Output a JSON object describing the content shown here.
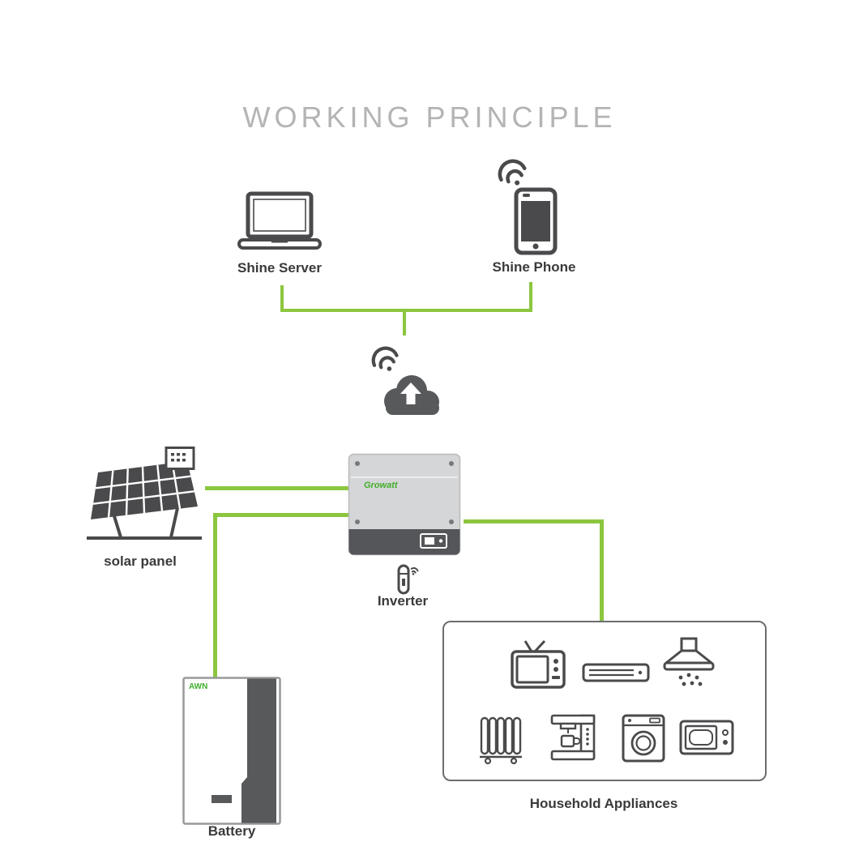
{
  "title": "WORKING PRINCIPLE",
  "colors": {
    "accent_green": "#8cc63f",
    "brand_green": "#3fae2a",
    "icon_dark": "#4a4a4c",
    "cloud_gray": "#58595b",
    "title_gray": "#b4b4b6",
    "label_color": "#3a3a3c",
    "inverter_body": "#d5d6d8",
    "inverter_band": "#55565a",
    "box_border": "#6d6d6f"
  },
  "nodes": {
    "shine_server": {
      "label": "Shine Server"
    },
    "shine_phone": {
      "label": "Shine Phone"
    },
    "solar_panel": {
      "label": "solar panel"
    },
    "inverter": {
      "label": "Inverter",
      "brand": "Growatt"
    },
    "battery": {
      "label": "Battery",
      "brand": "AWN"
    },
    "household_appliances": {
      "label": "Household Appliances"
    }
  },
  "icons": {
    "hub": [
      "wifi-icon",
      "cloud-upload-icon"
    ],
    "server": "laptop-icon",
    "phone": [
      "wifi-icon",
      "smartphone-icon"
    ],
    "inverter_accessory": "wifi-dongle-icon",
    "appliances": [
      "tv-icon",
      "air-conditioner-icon",
      "range-hood-icon",
      "radiator-icon",
      "coffee-machine-icon",
      "washing-machine-icon",
      "microwave-icon"
    ]
  }
}
